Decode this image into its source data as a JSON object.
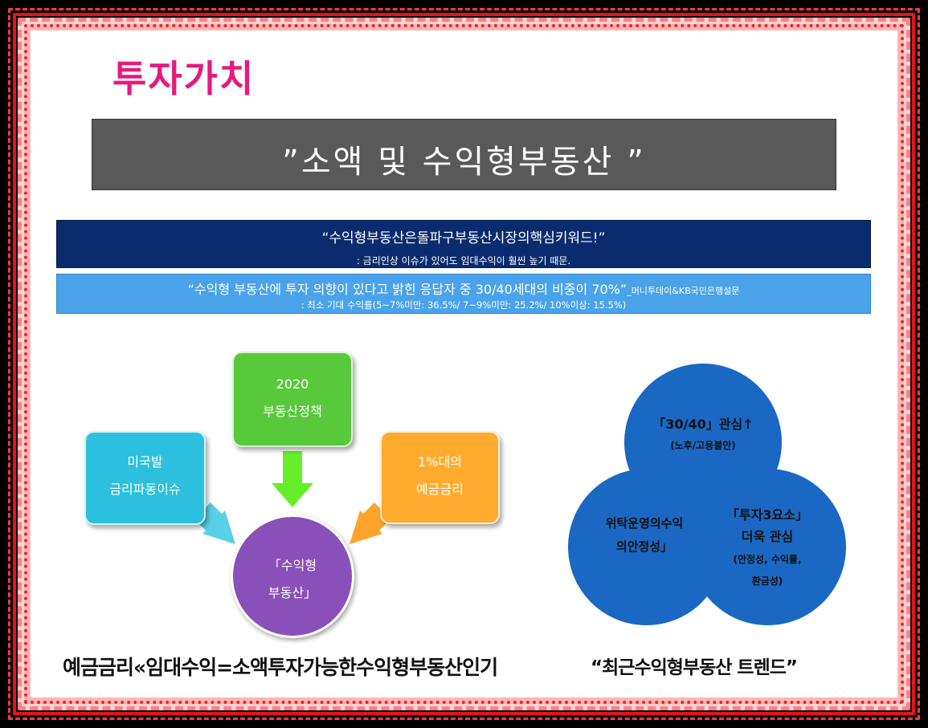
{
  "title": "투자가치",
  "banner": "”소액 및 수익형부동산 ”",
  "box1": {
    "quote": "“수익형부동산은돌파구부동산시장의핵심키워드!”",
    "sub": ": 금리인상 이슈가 있어도 임대수익이 훨씬 높기 때문."
  },
  "box2": {
    "quote": "“수익형 부동산에 투자 의향이 있다고 밝힌 응답자 중 30/40세대의 비중이 70%”",
    "source": "_머니투데이&KB국민은행설문",
    "sub": ": 최소 기대 수익률(5~7%미만: 36.5%/ 7~9%미만: 25.2%/ 10%이상: 15.5%)"
  },
  "cards": {
    "green": [
      "2020",
      "부동산정책"
    ],
    "cyan": [
      "미국발",
      "금리파동이슈"
    ],
    "orange": [
      "1%대의",
      "예금금리"
    ]
  },
  "center": [
    "「수익형",
    "부동산」"
  ],
  "caption_left": "예금금리«임대수익=소액투자가능한수익형부동산인기",
  "caption_right": "“최근수익형부동산 트렌드”",
  "bubbles": {
    "top": [
      "「30/40」관심↑",
      "(노후/고용불안)"
    ],
    "left": [
      "위탁운영의수익",
      "의안정성」"
    ],
    "right": [
      "「투자3요소」",
      "더욱 관심",
      "(안정성, 수익률,",
      "환금성)"
    ]
  },
  "colors": {
    "title": "#e6197d",
    "banner": "#595959",
    "box1": "#0a2c6e",
    "box2": "#4aa3ea",
    "green": "#57c93a",
    "cyan": "#2bc0de",
    "orange": "#ffab2e",
    "purple": "#8a50b9",
    "bubble": "#1a68c3"
  }
}
